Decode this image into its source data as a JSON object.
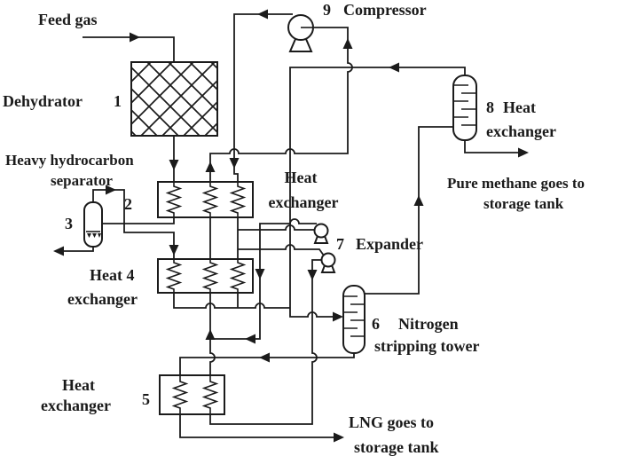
{
  "figure": {
    "type": "process-flow-diagram",
    "subject": "LNG production with nitrogen expander cycle",
    "background_color": "#ffffff",
    "line_color": "#1b1b1b",
    "labels": {
      "feed_gas": "Feed gas",
      "dehydrator_name": "Dehydrator",
      "dehydrator_num": "1",
      "separator_line1": "Heavy hydrocarbon",
      "separator_line2": "separator",
      "separator_num": "3",
      "hx2_num": "2",
      "hx2_name_line1": "Heat",
      "hx2_name_line2": "exchanger",
      "compressor_num": "9",
      "compressor_name": "Compressor",
      "hx8_num": "8",
      "hx8_name_line1": "Heat",
      "hx8_name_line2": "exchanger",
      "pure_methane_line1": "Pure methane goes to",
      "pure_methane_line2": "storage tank",
      "expander_num": "7",
      "expander_name": "Expander",
      "tower_num": "6",
      "tower_name_line1": "Nitrogen",
      "tower_name_line2": "stripping tower",
      "hx4_name_line1": "Heat 4",
      "hx4_name_line2": "exchanger",
      "hx5_name_line1": "Heat",
      "hx5_name_line2": "exchanger",
      "hx5_num": "5",
      "lng_line1": "LNG goes to",
      "lng_line2": "storage tank"
    }
  }
}
